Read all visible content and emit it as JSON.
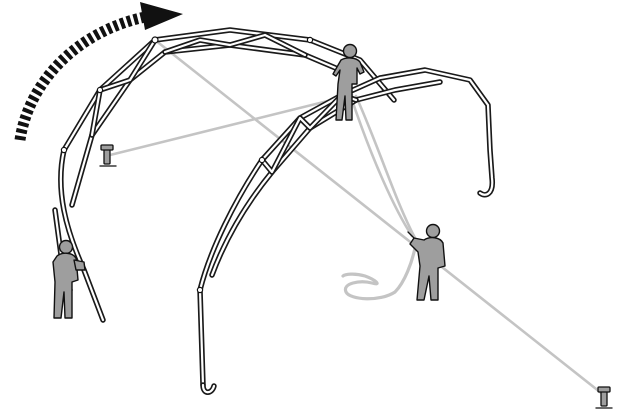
{
  "diagram": {
    "figures": [
      "person-holding-leg",
      "person-on-frame",
      "person-pulling-rope"
    ],
    "arrow_icon": "curved-dashed-arrow-icon",
    "stake_icon": "ground-stake-icon",
    "colors": {
      "frame": "#1a1a1a",
      "rope": "#c4c4c4",
      "figure_fill": "#9e9e9e"
    }
  }
}
